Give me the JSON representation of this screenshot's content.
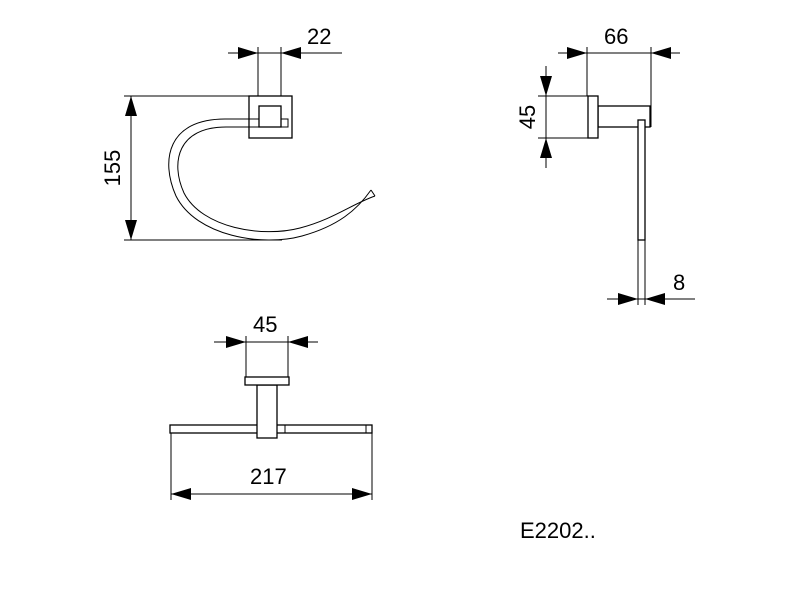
{
  "drawing": {
    "front_view": {
      "width_dim": "22",
      "height_dim": "155"
    },
    "side_view": {
      "depth_dim": "66",
      "flange_dim": "45",
      "thickness_dim": "8"
    },
    "top_view": {
      "flange_dim": "45",
      "overall_width_dim": "217"
    },
    "product_code": "E2202.."
  },
  "colors": {
    "line": "#000000",
    "background": "#ffffff"
  }
}
